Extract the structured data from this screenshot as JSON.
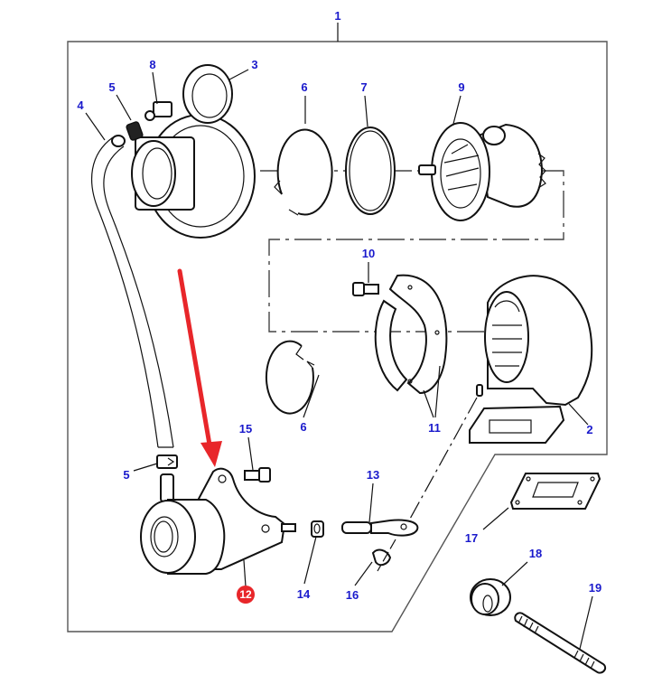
{
  "diagram": {
    "title": "Turbocharger assembly exploded parts diagram",
    "highlight_color": "#e8262a",
    "label_color": "#1a1acc",
    "highlighted_part": "12",
    "callouts": [
      {
        "id": "1",
        "part": "turbocharger-assembly"
      },
      {
        "id": "2",
        "part": "turbine-housing"
      },
      {
        "id": "3",
        "part": "compressor-housing"
      },
      {
        "id": "4",
        "part": "hose"
      },
      {
        "id": "5",
        "part": "hose-clip"
      },
      {
        "id": "5",
        "part": "hose-clip"
      },
      {
        "id": "6",
        "part": "circlip"
      },
      {
        "id": "6",
        "part": "circlip"
      },
      {
        "id": "7",
        "part": "o-ring"
      },
      {
        "id": "8",
        "part": "elbow-connector"
      },
      {
        "id": "9",
        "part": "core-assembly"
      },
      {
        "id": "10",
        "part": "bolt"
      },
      {
        "id": "11",
        "part": "clamp-plate"
      },
      {
        "id": "12",
        "part": "actuator"
      },
      {
        "id": "13",
        "part": "actuator-rod"
      },
      {
        "id": "14",
        "part": "nut"
      },
      {
        "id": "15",
        "part": "bolt"
      },
      {
        "id": "16",
        "part": "clip"
      },
      {
        "id": "17",
        "part": "gasket"
      },
      {
        "id": "18",
        "part": "flange-nut"
      },
      {
        "id": "19",
        "part": "stud"
      }
    ]
  }
}
